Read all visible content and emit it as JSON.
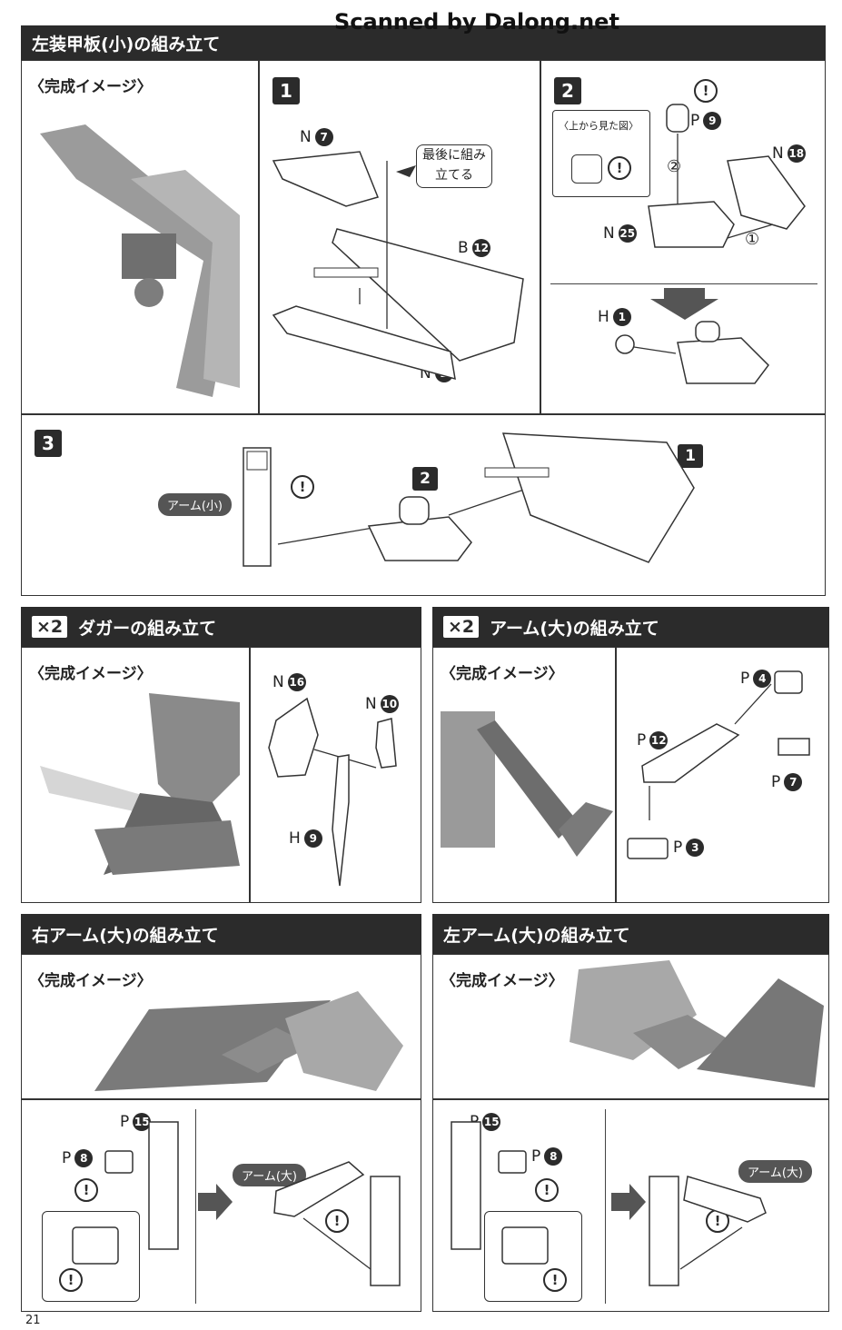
{
  "watermark": "Scanned by Dalong.net",
  "page_number": "21",
  "section1": {
    "title": "左装甲板(小)の組み立て",
    "image_label": "〈完成イメージ〉",
    "step1": {
      "num": "1",
      "parts": [
        {
          "letter": "N",
          "num": "7"
        },
        {
          "letter": "B",
          "num": "12"
        },
        {
          "letter": "N",
          "num": "2"
        }
      ],
      "note": "最後に組み立てる"
    },
    "step2": {
      "num": "2",
      "top_view_label": "〈上から見た図〉",
      "parts": [
        {
          "letter": "P",
          "num": "9"
        },
        {
          "letter": "N",
          "num": "18"
        },
        {
          "letter": "N",
          "num": "25"
        },
        {
          "letter": "H",
          "num": "1"
        }
      ],
      "order": [
        "②",
        "①"
      ]
    },
    "step3": {
      "num": "3",
      "arm_label": "アーム(小)",
      "ref": [
        "2",
        "1"
      ]
    }
  },
  "section2": {
    "multiplier": "×2",
    "title": "ダガーの組み立て",
    "image_label": "〈完成イメージ〉",
    "parts": [
      {
        "letter": "N",
        "num": "16"
      },
      {
        "letter": "N",
        "num": "10"
      },
      {
        "letter": "H",
        "num": "9"
      }
    ]
  },
  "section3": {
    "multiplier": "×2",
    "title": "アーム(大)の組み立て",
    "image_label": "〈完成イメージ〉",
    "parts": [
      {
        "letter": "P",
        "num": "4"
      },
      {
        "letter": "P",
        "num": "12"
      },
      {
        "letter": "P",
        "num": "7"
      },
      {
        "letter": "P",
        "num": "3"
      }
    ]
  },
  "section4": {
    "title": "右アーム(大)の組み立て",
    "image_label": "〈完成イメージ〉",
    "parts": [
      {
        "letter": "P",
        "num": "15"
      },
      {
        "letter": "P",
        "num": "8"
      }
    ],
    "arm_label": "アーム(大)"
  },
  "section5": {
    "title": "左アーム(大)の組み立て",
    "image_label": "〈完成イメージ〉",
    "parts": [
      {
        "letter": "P",
        "num": "15"
      },
      {
        "letter": "P",
        "num": "8"
      }
    ],
    "arm_label": "アーム(大)"
  },
  "warning_symbol": "!",
  "colors": {
    "header_bg": "#2b2b2b",
    "header_text": "#ffffff",
    "ink": "#222222"
  }
}
